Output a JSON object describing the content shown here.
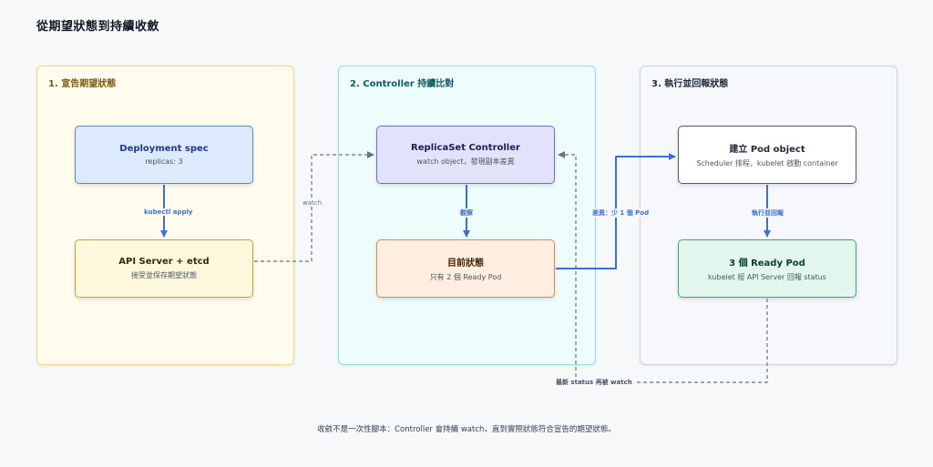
{
  "title": "從期望狀態到持續收斂",
  "panels": [
    {
      "label": "1. 宣告期望狀態"
    },
    {
      "label": "2. Controller 持續比對"
    },
    {
      "label": "3. 執行並回報狀態"
    }
  ],
  "nodes": {
    "deployment": {
      "title": "Deployment spec",
      "sub": "replicas: 3"
    },
    "api": {
      "title": "API Server + etcd",
      "sub": "接受並保存期望狀態"
    },
    "replicaset": {
      "title": "ReplicaSet Controller",
      "sub": "watch object，發現副本差異"
    },
    "current": {
      "title": "目前狀態",
      "sub": "只有 2 個 Ready Pod"
    },
    "pod": {
      "title": "建立 Pod object",
      "sub": "Scheduler 排程，kubelet 啟動 container"
    },
    "ready": {
      "title": "3 個 Ready Pod",
      "sub": "kubelet 經 API Server 回報 status"
    }
  },
  "edges": {
    "apply": "kubectl apply",
    "watch": "watch",
    "observe": "觀察",
    "diff": "差異：少 1 個 Pod",
    "execute": "執行並回報",
    "feedback": "最新 status 再被 watch"
  },
  "colors": {
    "accent": "#3b6fd9",
    "dashed": "#6b7280"
  },
  "footer": "收斂不是一次性腳本：Controller 會持續 watch，直到實際狀態符合宣告的期望狀態。"
}
